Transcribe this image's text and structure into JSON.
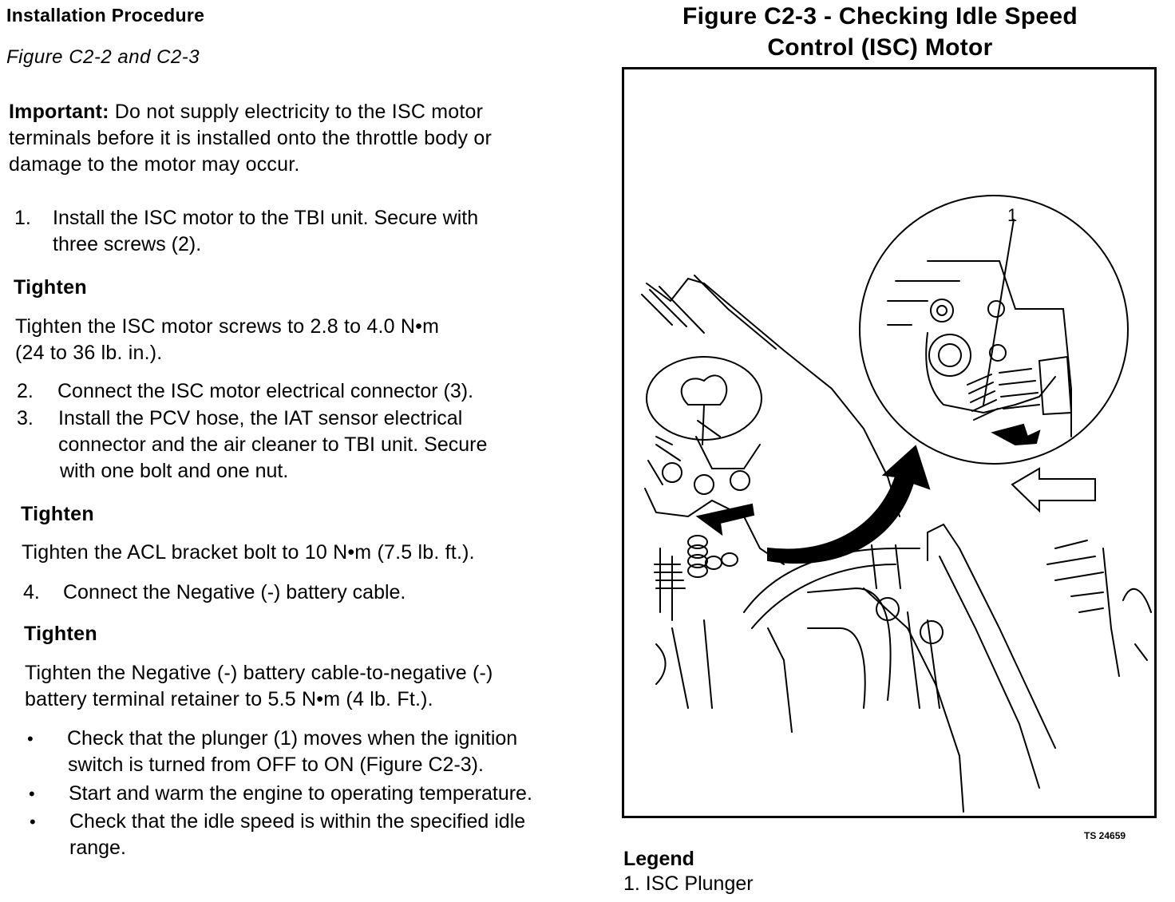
{
  "left": {
    "heading": "Installation Procedure",
    "figure_ref": "Figure C2-2 and C2-3",
    "important_label": "Important:",
    "important_text_1": "Do not supply electricity to the ISC motor",
    "important_text_2": "terminals before it is installed onto the throttle body or",
    "important_text_3": "damage to the motor may occur.",
    "step1_num": "1.",
    "step1_line1": "Install the ISC motor to the TBI unit. Secure with",
    "step1_line2": "three screws (2).",
    "tighten1_heading": "Tighten",
    "tighten1_line1": "Tighten the ISC motor screws to 2.8 to 4.0 N•m",
    "tighten1_line2": "(24 to 36 lb. in.).",
    "step2_num": "2.",
    "step2_line1": "Connect the ISC motor electrical connector (3).",
    "step3_num": "3.",
    "step3_line1": "Install the PCV hose, the IAT sensor electrical",
    "step3_line2": "connector and the air cleaner to TBI unit. Secure",
    "step3_line3": "with one bolt and one nut.",
    "tighten2_heading": "Tighten",
    "tighten2_line1": "Tighten the ACL bracket bolt to 10 N•m (7.5 lb. ft.).",
    "step4_num": "4.",
    "step4_line1": "Connect the Negative (-) battery cable.",
    "tighten3_heading": "Tighten",
    "tighten3_line1": "Tighten the Negative (-) battery cable-to-negative (-)",
    "tighten3_line2": "battery terminal retainer to 5.5 N•m (4 lb. Ft.).",
    "bullet1_line1": "Check that the plunger (1) moves when the ignition",
    "bullet1_line2": "switch is turned from OFF to ON (Figure  C2-3).",
    "bullet2_line1": "Start and warm the engine to operating temperature.",
    "bullet3_line1": "Check that the idle speed is within the specified idle",
    "bullet3_line2": "range.",
    "bullet_glyph": "•"
  },
  "figure": {
    "title_line1": "Figure C2-3 - Checking Idle Speed",
    "title_line2": "Control (ISC) Motor",
    "callout_1": "1",
    "ts_number": "TS 24659",
    "legend_heading": "Legend",
    "legend_item_1": "1.  ISC Plunger"
  }
}
